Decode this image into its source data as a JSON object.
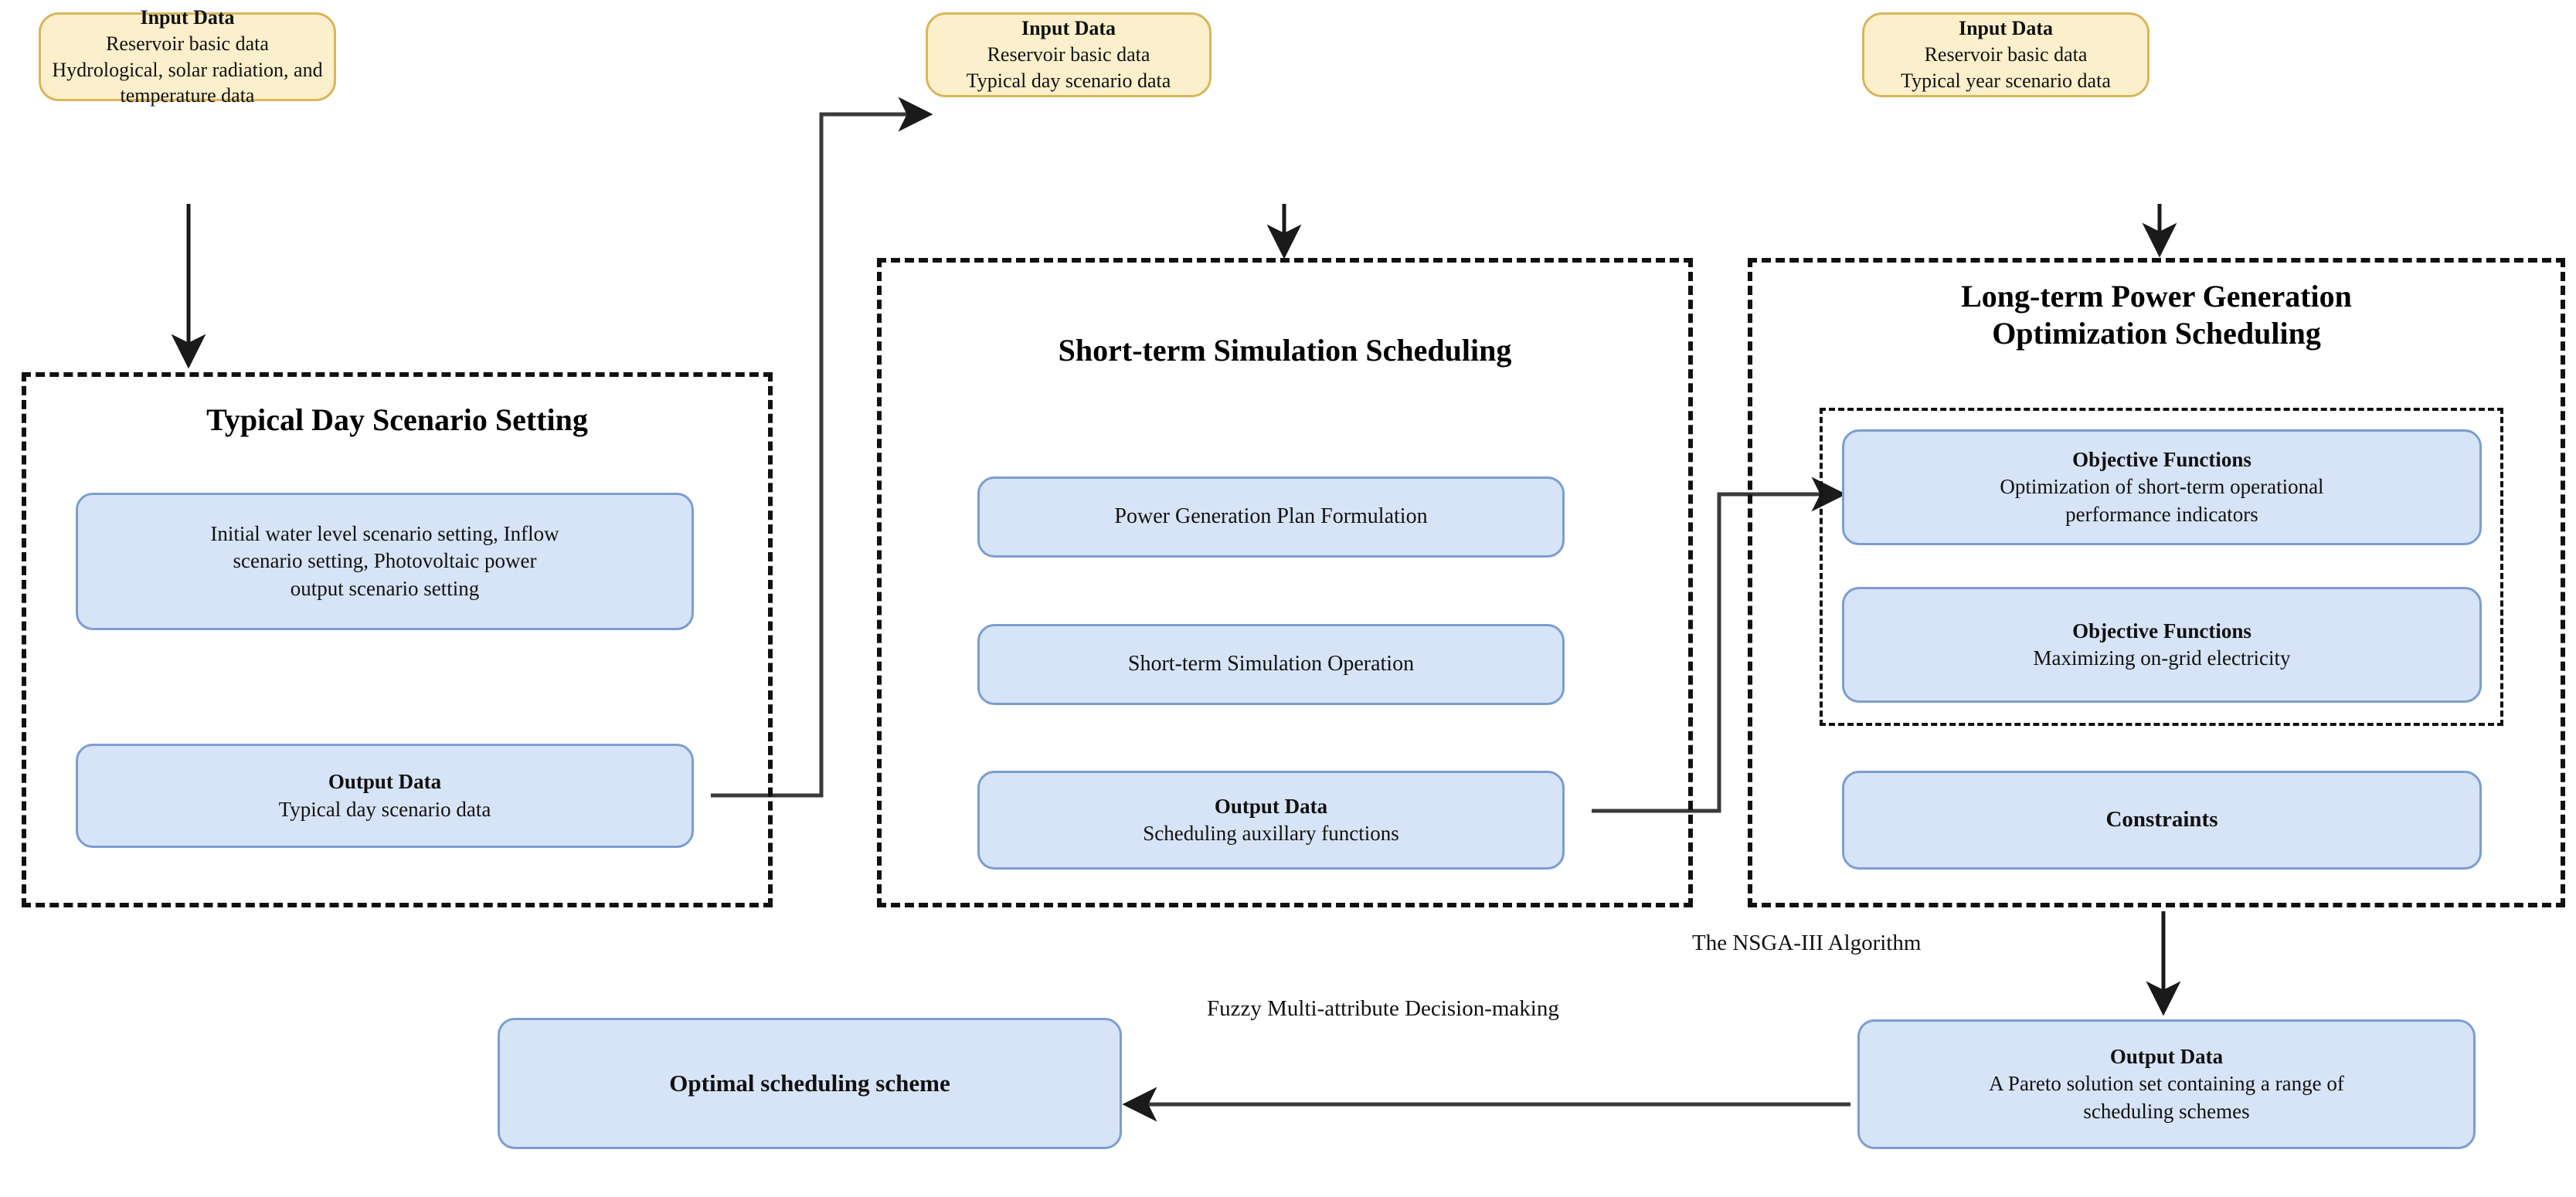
{
  "diagram": {
    "title": "Reservoir Photovoltaic Scheduling Optimization Framework",
    "colors": {
      "input_fill": "#FCEFCB",
      "input_stroke": "#D9B65B",
      "process_fill": "#D7E4F7",
      "process_stroke": "#7C9DD0",
      "dashed_stroke": "#111111",
      "connector": "#333333"
    },
    "inputs": [
      {
        "id": "input-day-raw",
        "title": "Input Data",
        "lines": [
          "Reservoir basic data",
          "Hydrological, solar radiation, and",
          "temperature data"
        ]
      },
      {
        "id": "input-short-term",
        "title": "Input Data",
        "lines": [
          "Reservoir basic data",
          "Typical day scenario data"
        ]
      },
      {
        "id": "input-long-term",
        "title": "Input Data",
        "lines": [
          "Reservoir basic data",
          "Typical year scenario data"
        ]
      }
    ],
    "groups": [
      {
        "id": "typical-day-scenario-setting",
        "title": "Typical Day Scenario Setting",
        "nodes": [
          {
            "id": "scenario-settings",
            "title": "",
            "lines": [
              "Initial water level scenario setting, Inflow",
              "scenario setting, Photovoltaic power",
              "output scenario setting"
            ]
          },
          {
            "id": "output-typical-day",
            "title": "Output Data",
            "lines": [
              "Typical day scenario data"
            ]
          }
        ]
      },
      {
        "id": "short-term-simulation-scheduling",
        "title": "Short-term Simulation Scheduling",
        "nodes": [
          {
            "id": "power-generation-plan-formulation",
            "title": "",
            "lines": [
              "Power Generation Plan Formulation"
            ]
          },
          {
            "id": "short-term-simulation-operation",
            "title": "",
            "lines": [
              "Short-term Simulation Operation"
            ]
          },
          {
            "id": "output-scheduling-auxillary",
            "title": "Output Data",
            "lines": [
              "Scheduling auxillary functions"
            ]
          }
        ]
      },
      {
        "id": "long-term-power-generation-optimization-scheduling",
        "title": "Long-term Power Generation\nOptimization Scheduling",
        "title_line1": "Long-term Power Generation",
        "title_line2": "Optimization Scheduling",
        "nodes": [
          {
            "id": "objective-function-1",
            "title": "Objective Functions",
            "lines": [
              "Optimization of short-term operational",
              "performance indicators"
            ]
          },
          {
            "id": "objective-function-2",
            "title": "Objective Functions",
            "lines": [
              "Maximizing on-grid electricity"
            ]
          },
          {
            "id": "constraints",
            "title": "Constraints",
            "lines": []
          }
        ]
      }
    ],
    "results": [
      {
        "id": "output-pareto",
        "title": "Output Data",
        "lines": [
          "A Pareto solution set containing a range of",
          "scheduling schemes"
        ]
      },
      {
        "id": "optimal-scheduling-scheme",
        "title": "Optimal scheduling scheme",
        "lines": []
      }
    ],
    "edge_labels": [
      {
        "id": "nsga-iii",
        "text": "The NSGA-III Algorithm"
      },
      {
        "id": "fuzzy-mcdm",
        "text": "Fuzzy Multi-attribute Decision-making"
      }
    ]
  }
}
